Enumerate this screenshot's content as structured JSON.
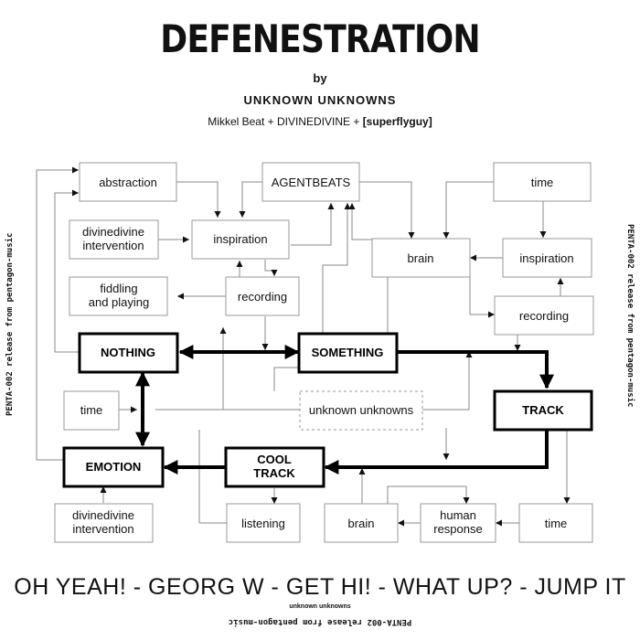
{
  "header": {
    "title": "DEFENESTRATION",
    "by": "by",
    "artist": "UNKNOWN UNKNOWNS",
    "credits_plain": "Mikkel Beat + DIVINEDIVINE + ",
    "credits_bold": "[superflyguy]"
  },
  "side_text": "PENTA-002 release from pentagon-music",
  "footer": {
    "slogan": "OH YEAH! - GEORG W - GET HI! - WHAT UP? - JUMP IT",
    "small": "unknown unknowns",
    "flipped": "PENTA-002 release from pentagon-music"
  },
  "nodes": {
    "abstraction": "abstraction",
    "agentbeats": "AGENTBEATS",
    "time_top": "time",
    "divine_top_1": "divinedivine",
    "divine_top_2": "intervention",
    "inspiration_left": "inspiration",
    "brain_top": "brain",
    "inspiration_right": "inspiration",
    "fiddling_1": "fiddling",
    "fiddling_2": "and playing",
    "recording_left": "recording",
    "recording_right": "recording",
    "nothing": "NOTHING",
    "something": "SOMETHING",
    "time_mid": "time",
    "unknown": "unknown unknowns",
    "track": "TRACK",
    "emotion": "EMOTION",
    "cool_1": "COOL",
    "cool_2": "TRACK",
    "divine_bottom_1": "divinedivine",
    "divine_bottom_2": "intervention",
    "listening": "listening",
    "brain_bottom": "brain",
    "human_1": "human",
    "human_2": "response",
    "time_bottom": "time"
  }
}
